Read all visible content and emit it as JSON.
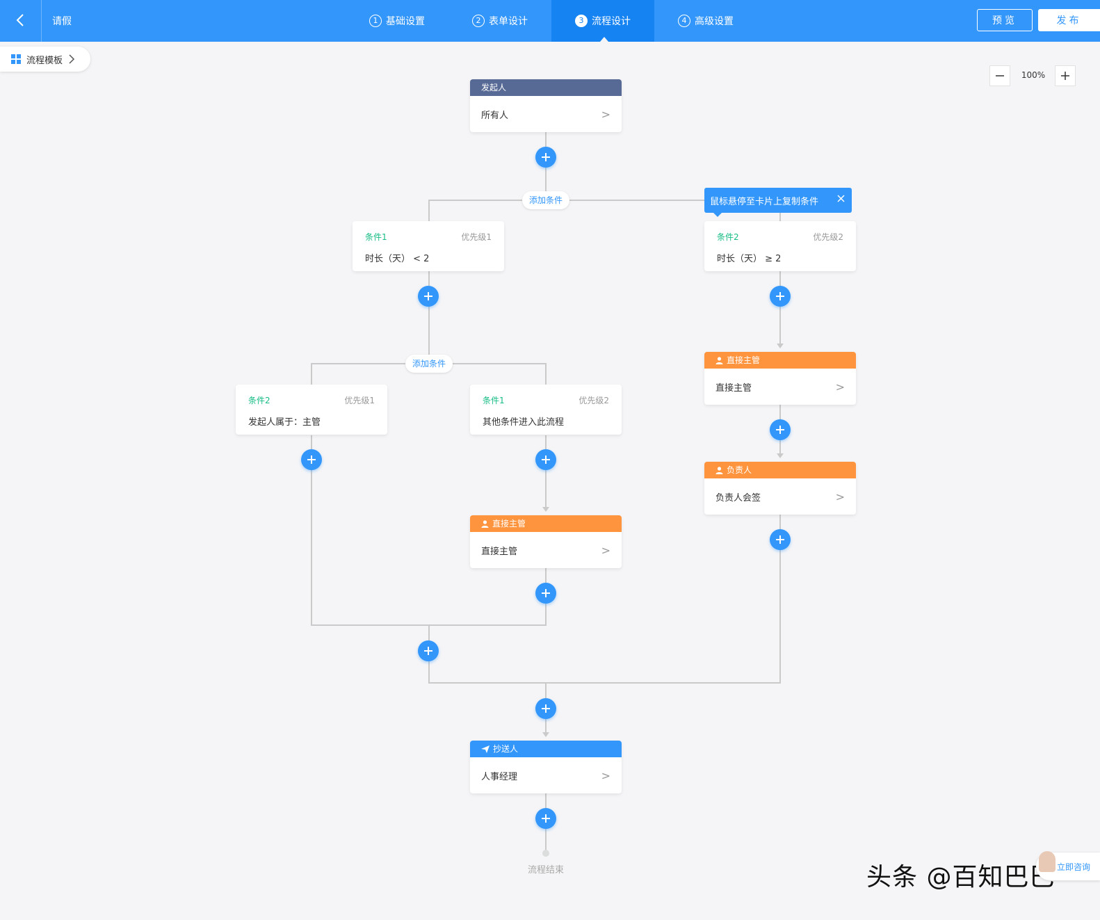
{
  "header": {
    "title": "请假",
    "steps": [
      {
        "num": "1",
        "label": "基础设置"
      },
      {
        "num": "2",
        "label": "表单设计"
      },
      {
        "num": "3",
        "label": "流程设计"
      },
      {
        "num": "4",
        "label": "高级设置"
      }
    ],
    "active_step": 3,
    "preview_label": "预览",
    "publish_label": "发布"
  },
  "template_pill": {
    "label": "流程模板"
  },
  "zoom": {
    "level": "100%"
  },
  "tooltip": {
    "text": "鼠标悬停至卡片上复制条件"
  },
  "add_condition_label": "添加条件",
  "nodes": {
    "start": {
      "header": "发起人",
      "body": "所有人"
    },
    "right_approver_1": {
      "header": "直接主管",
      "body": "直接主管"
    },
    "right_approver_2": {
      "header": "负责人",
      "body": "负责人会签"
    },
    "mid_approver": {
      "header": "直接主管",
      "body": "直接主管"
    },
    "cc": {
      "header": "抄送人",
      "body": "人事经理"
    }
  },
  "conditions": {
    "top_left": {
      "name": "条件1",
      "priority": "优先级1",
      "text": "时长（天） < 2"
    },
    "top_right": {
      "name": "条件2",
      "priority": "优先级2",
      "text": "时长（天） ≥ 2"
    },
    "sub_left": {
      "name": "条件2",
      "priority": "优先级1",
      "text": "发起人属于：主管"
    },
    "sub_right": {
      "name": "条件1",
      "priority": "优先级2",
      "text": "其他条件进入此流程"
    }
  },
  "end_label": "流程结束",
  "watermark": "头条 @百知巴巴",
  "consult_label": "立即咨询",
  "colors": {
    "primary": "#3296fa",
    "start_header": "#576a95",
    "approver_header": "#ff943e",
    "condition_name": "#15bc83"
  }
}
